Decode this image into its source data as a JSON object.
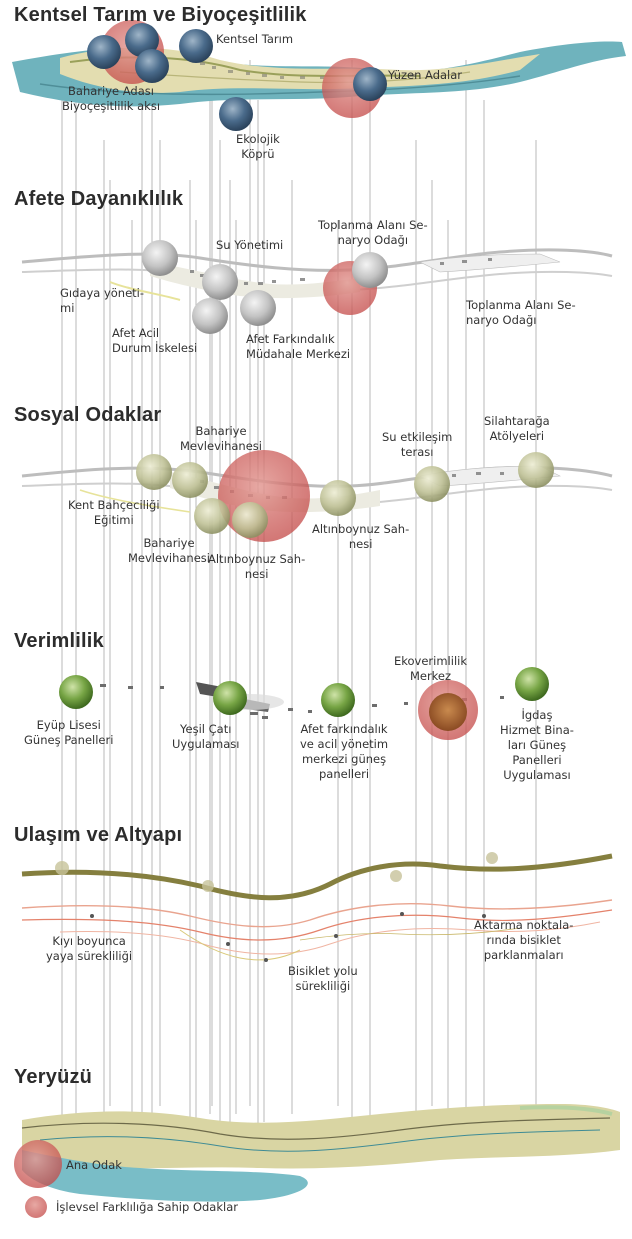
{
  "sections": [
    {
      "title": "Kentsel Tarım ve Biyoçeşitlilik"
    },
    {
      "title": "Afete Dayanıklılık"
    },
    {
      "title": "Sosyal Odaklar"
    },
    {
      "title": "Verimlilik"
    },
    {
      "title": "Ulaşım ve Altyapı"
    },
    {
      "title": "Yeryüzü"
    }
  ],
  "labels": {
    "kentsel_tarim": "Kentsel Tarım",
    "bahariye_adasi": "Bahariye Adası\nBiyoçeşitlilik aksı",
    "yuzen_adalar": "Yüzen Adalar",
    "ekolojik_kopru": "Ekolojik\nKöprü",
    "su_yonetimi": "Su Yönetimi",
    "toplanma_1": "Toplanma Alanı Se-\nnaryo Odağı",
    "gidaya": "Gıdaya yöneti-\nmi",
    "afet_acil": "Afet Acil\nDurum İskelesi",
    "afet_farkindalik": "Afet Farkındalık\nMüdahale Merkezi",
    "toplanma_2": "Toplanma Alanı Se-\nnaryo Odağı",
    "bahariye_mev_1": "Bahariye\nMevlevihanesi",
    "su_etkilesim": "Su etkileşim\nterası",
    "silahtaraga": "Silahtarağa\nAtölyeleri",
    "kent_bahce": "Kent Bahçeciliği\nEğitimi",
    "bahariye_mev_2": "Bahariye\nMevlevihanesi",
    "altinboynuz_1": "Altınboynuz Sah-\nnesi",
    "altinboynuz_2": "Altınboynuz Sah-\nnesi",
    "eyup": "Eyüp Lisesi\nGüneş Panelleri",
    "yesil_cati": "Yeşil Çatı\nUygulaması",
    "afet_gunes": "Afet farkındalık\nve acil yönetim\nmerkezi güneş\npanelleri",
    "ekoverimlilik": "Ekoverimlilik\nMerkez",
    "igdas": "İgdaş\nHizmet Bina-\nları Güneş\nPanelleri\nUygulaması",
    "kiyi": "Kıyı boyunca\nyaya sürekliliği",
    "aktarma": "Aktarma noktala-\nrında bisiklet\nparklanmaları",
    "bisiklet": "Bisiklet yolu\nsürekliliği"
  },
  "legend": {
    "main": "Ana Odak",
    "functional": "İşlevsel Farklılığa Sahip Odaklar"
  },
  "colors": {
    "main_focus": "#c9504f",
    "blue_node": "#3e5e7e",
    "grey_node": "#b9b9b9",
    "olive_node": "#b7b98b",
    "green_node": "#6a9a3a",
    "water": "#6fb6c0",
    "land": "#dcd79a",
    "road": "#857f3f",
    "bike_path": "#e4826b"
  }
}
